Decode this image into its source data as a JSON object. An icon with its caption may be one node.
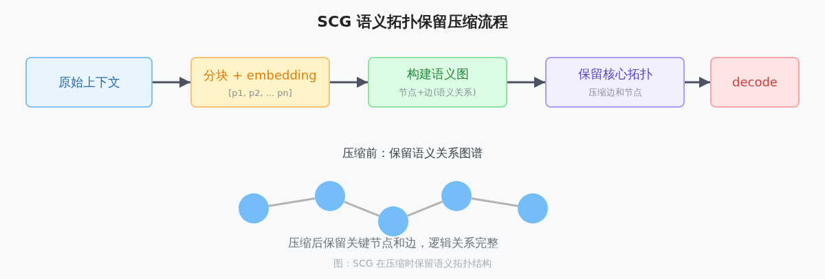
{
  "diagram": {
    "title": "SCG 语义拓扑保留压缩流程",
    "caption": "图：SCG 在压缩时保留语义拓扑结构",
    "nodes": [
      {
        "text": [
          "原始上下文"
        ]
      },
      {
        "text": [
          "分块 + embedding",
          "[p1, p2, ... pn]"
        ]
      },
      {
        "text": [
          "构建语义图",
          "节点+边(语义关系)"
        ]
      },
      {
        "text": [
          "保留核心拓扑",
          "压缩边和节点"
        ]
      },
      {
        "text": [
          "decode"
        ]
      },
      {
        "text": [],
        "shape": "circle"
      },
      {
        "text": [],
        "shape": "circle"
      },
      {
        "text": [],
        "shape": "circle"
      },
      {
        "text": [],
        "shape": "circle"
      },
      {
        "text": [],
        "shape": "circle"
      }
    ],
    "edges": [
      {
        "from": 0,
        "to": 1,
        "arrow": "to"
      },
      {
        "from": 1,
        "to": 2,
        "arrow": "to"
      },
      {
        "from": 2,
        "to": 3,
        "arrow": "to"
      },
      {
        "from": 3,
        "to": 4,
        "arrow": "to"
      },
      {
        "from": 5,
        "to": 6,
        "arrow": "none",
        "color": "#b3b3b3"
      },
      {
        "from": 6,
        "to": 7,
        "arrow": "none",
        "color": "#b3b3b3"
      },
      {
        "from": 7,
        "to": 8,
        "arrow": "none",
        "color": "#b3b3b3"
      },
      {
        "from": 8,
        "to": 9,
        "arrow": "none",
        "color": "#b3b3b3"
      }
    ],
    "labels": [
      "压缩前：保留语义关系图谱",
      "压缩后保留关键节点和边，逻辑关系完整"
    ]
  }
}
